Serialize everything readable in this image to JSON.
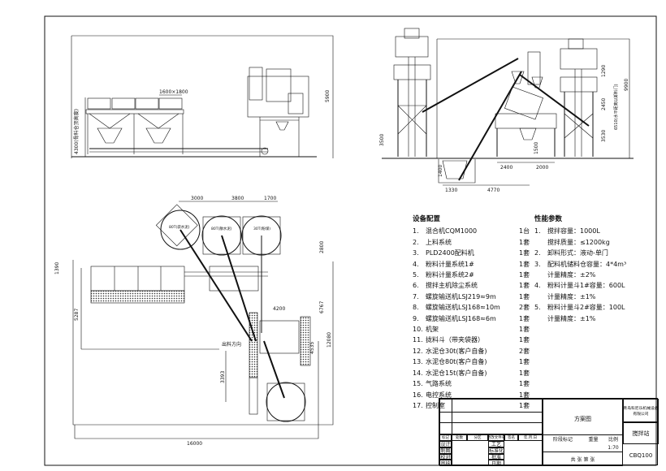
{
  "elevation_left": {
    "dims": {
      "hopper_size": "1600×1800",
      "height_total": "5900",
      "bin_height": "4300(骨料仓顶高度)"
    }
  },
  "elevation_right": {
    "dims": {
      "tower_height": "3500",
      "d1290": "1290",
      "d2450": "2450",
      "d3530": "3530",
      "d9900": "9900",
      "mixer_height": "6510(水平距离以卸料门)",
      "d1500": "1500",
      "d2400": "2400",
      "d2000": "2000",
      "d1400": "1400",
      "d1330": "1330",
      "d4770": "4770"
    }
  },
  "plan": {
    "dims": {
      "w3000": "3000",
      "w3800": "3800",
      "w1700": "1700",
      "h2800": "2800",
      "h6767": "6767",
      "h12080": "12080",
      "h5287": "5287",
      "h1390": "1390",
      "h3393": "3393",
      "w16000": "16000",
      "w4200": "4200",
      "h4535": "4535"
    },
    "silo_labels": [
      "80T(袋水泥)",
      "80T(散水泥)",
      "30T(粉煤)"
    ],
    "discharge_direction": "出料方向"
  },
  "equipment": {
    "title": "设备配置",
    "items": [
      {
        "n": "1.",
        "name": "混合机CQM1000",
        "qty": "1台"
      },
      {
        "n": "2.",
        "name": "上料系统",
        "qty": "1套"
      },
      {
        "n": "3.",
        "name": "PLD2400配料机",
        "qty": "1套"
      },
      {
        "n": "4.",
        "name": "粉料计量系统1#",
        "qty": "1套"
      },
      {
        "n": "5.",
        "name": "粉料计量系统2#",
        "qty": "1套"
      },
      {
        "n": "6.",
        "name": "搅拌主机除尘系统",
        "qty": "1套"
      },
      {
        "n": "7.",
        "name": "螺旋输送机LSJ219≈9m",
        "qty": "1套"
      },
      {
        "n": "8.",
        "name": "螺旋输送机LSJ168≈10m",
        "qty": "2套"
      },
      {
        "n": "9.",
        "name": "螺旋输送机LSJ168≈6m",
        "qty": "1套"
      },
      {
        "n": "10.",
        "name": "机架",
        "qty": "1套"
      },
      {
        "n": "11.",
        "name": "拢料斗（带夹袋器）",
        "qty": "1套"
      },
      {
        "n": "12.",
        "name": "水泥仓30t(客户自备)",
        "qty": "2套"
      },
      {
        "n": "13.",
        "name": "水泥仓80t(客户自备)",
        "qty": "1套"
      },
      {
        "n": "14.",
        "name": "水泥仓15t(客户自备)",
        "qty": "1套"
      },
      {
        "n": "15.",
        "name": "气路系统",
        "qty": "1套"
      },
      {
        "n": "16.",
        "name": "电控系统",
        "qty": "1套"
      },
      {
        "n": "17.",
        "name": "控制室",
        "qty": "1套"
      }
    ]
  },
  "performance": {
    "title": "性能参数",
    "items": [
      {
        "n": "1.",
        "text": "搅拌容量：1000L"
      },
      {
        "n": "",
        "text": "搅拌质量：≤1200kg"
      },
      {
        "n": "2.",
        "text": "卸料形式：液动-单门"
      },
      {
        "n": "3.",
        "text": "配料机储料仓容量：4*4m³"
      },
      {
        "n": "",
        "text": "计量精度：±2%"
      },
      {
        "n": "4.",
        "text": "粉料计量斗1#容量：600L"
      },
      {
        "n": "",
        "text": "计量精度：±1%"
      },
      {
        "n": "5.",
        "text": "粉料计量斗2#容量：100L"
      },
      {
        "n": "",
        "text": "计量精度：±1%"
      }
    ]
  },
  "title_block": {
    "headers": [
      "标记",
      "处数",
      "分区",
      "更改文件名",
      "签名",
      "年.月.日"
    ],
    "roles": [
      "设计",
      "制图",
      "校对",
      "审核"
    ],
    "roles2": [
      "工艺",
      "标准化",
      "批准",
      "日期"
    ],
    "drawing_name": "方案图",
    "stage_mark": "阶段标记",
    "weight": "重量",
    "scale_label": "比例",
    "scale": "1:70",
    "sheets": "共 张 第 张",
    "company": "青岛科尼乐机械设备有限公司",
    "product": "搅拌站",
    "code": "CBQ100"
  }
}
